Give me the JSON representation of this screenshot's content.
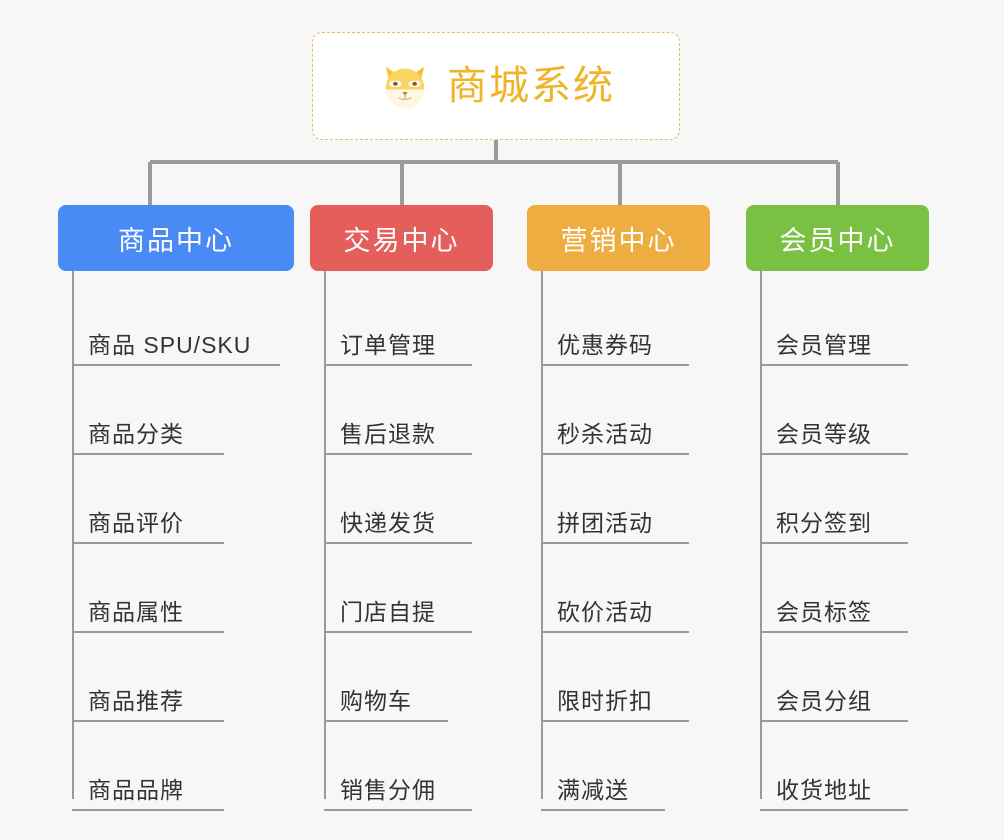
{
  "diagram": {
    "type": "org-chart",
    "title": "商城系统",
    "background_color": "#f7f7f7",
    "root": {
      "label": "商城系统",
      "icon": "shiba-dog-face-icon",
      "text_color": "#f0b429",
      "border_color": "#e8b96a",
      "fill_color": "#ffffff"
    },
    "branches": [
      {
        "id": "product-center",
        "label": "商品中心",
        "color": "#4a8af4",
        "items": [
          {
            "label": "商品 SPU/SKU"
          },
          {
            "label": "商品分类"
          },
          {
            "label": "商品评价"
          },
          {
            "label": "商品属性"
          },
          {
            "label": "商品推荐"
          },
          {
            "label": "商品品牌"
          }
        ]
      },
      {
        "id": "trade-center",
        "label": "交易中心",
        "color": "#e45e5c",
        "items": [
          {
            "label": "订单管理"
          },
          {
            "label": "售后退款"
          },
          {
            "label": "快递发货"
          },
          {
            "label": "门店自提"
          },
          {
            "label": "购物车"
          },
          {
            "label": "销售分佣"
          }
        ]
      },
      {
        "id": "marketing-center",
        "label": "营销中心",
        "color": "#eead41",
        "items": [
          {
            "label": "优惠券码"
          },
          {
            "label": "秒杀活动"
          },
          {
            "label": "拼团活动"
          },
          {
            "label": "砍价活动"
          },
          {
            "label": "限时折扣"
          },
          {
            "label": "满减送"
          }
        ]
      },
      {
        "id": "member-center",
        "label": "会员中心",
        "color": "#7ac143",
        "items": [
          {
            "label": "会员管理"
          },
          {
            "label": "会员等级"
          },
          {
            "label": "积分签到"
          },
          {
            "label": "会员标签"
          },
          {
            "label": "会员分组"
          },
          {
            "label": "收货地址"
          }
        ]
      }
    ],
    "connector_color": "#9a9a9a"
  }
}
